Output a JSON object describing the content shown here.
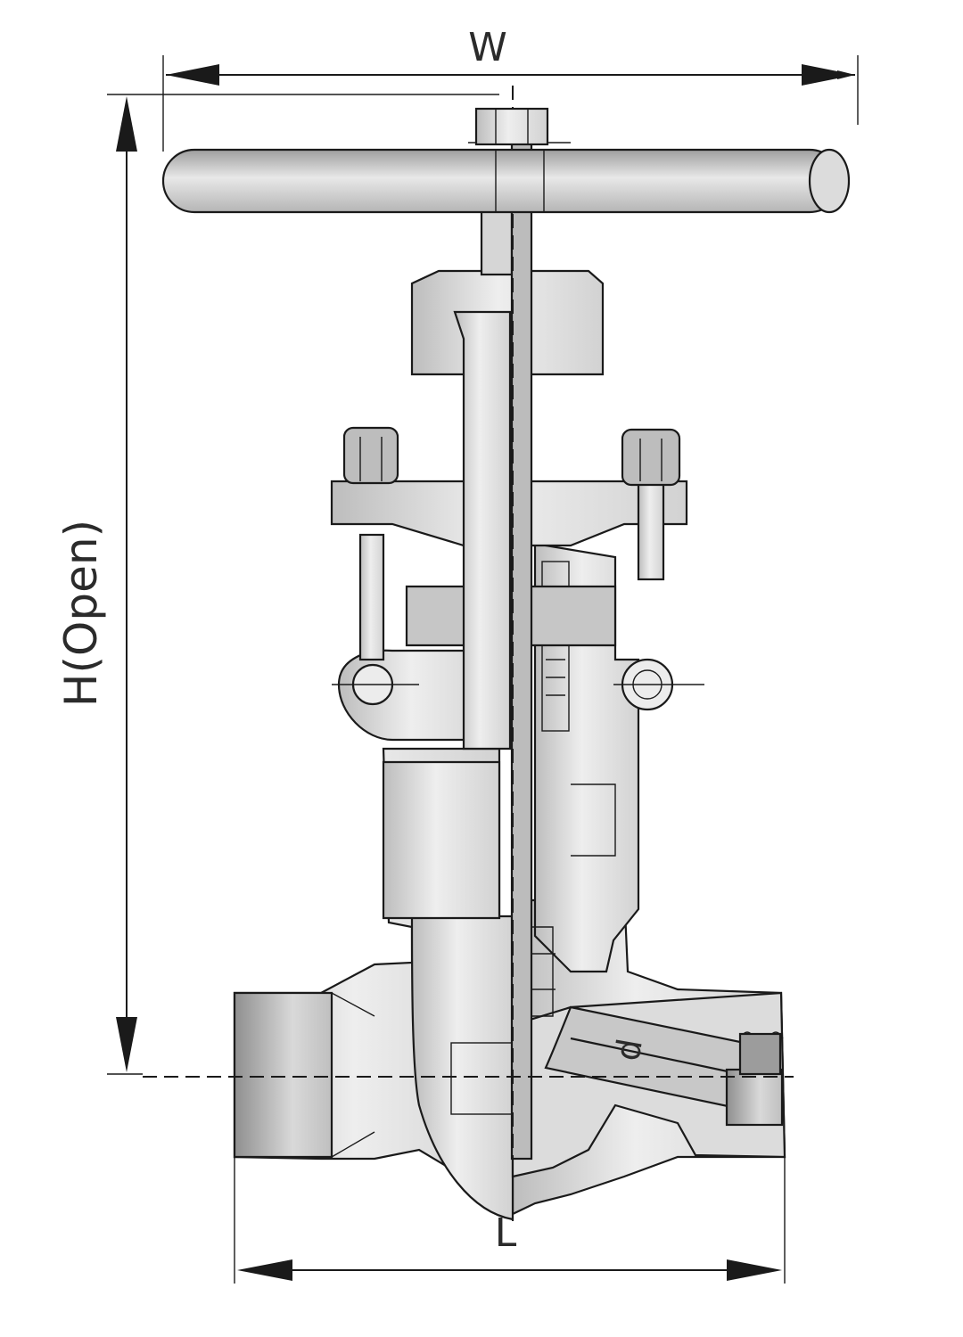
{
  "dimensions": {
    "width_label": "W",
    "height_label": "H(Open)",
    "length_label": "L",
    "bore_label": "d"
  },
  "colors": {
    "outline": "#1a1a1a",
    "fill_light": "#e6e6e6",
    "fill_mid": "#cfcfcf",
    "fill_dark": "#a9a9a9"
  }
}
